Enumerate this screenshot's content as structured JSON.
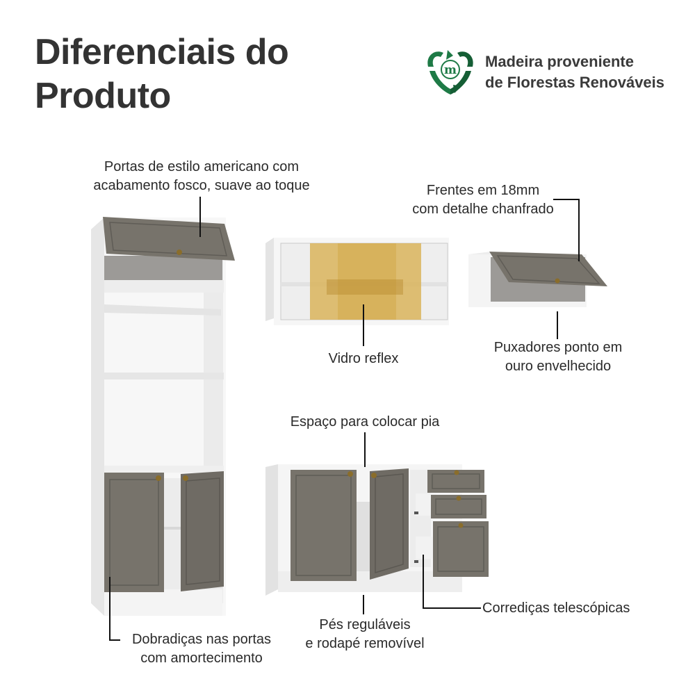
{
  "header": {
    "title_line1": "Diferenciais do",
    "title_line2": "Produto"
  },
  "badge": {
    "icon": "recycle-m-icon",
    "letter": "m",
    "line1": "Madeira proveniente",
    "line2": "de Florestas Renováveis",
    "color": "#1e7a46"
  },
  "colors": {
    "door_gray": "#77736b",
    "cabinet_white": "#f3f3f3",
    "glass_amber": "#d9b45c",
    "handle_gold": "#8a6d2b"
  },
  "callouts": [
    {
      "id": "doors",
      "line1": "Portas de estilo americano com",
      "line2": "acabamento fosco, suave ao toque"
    },
    {
      "id": "fronts",
      "line1": "Frentes em 18mm",
      "line2": "com detalhe chanfrado"
    },
    {
      "id": "glass",
      "line1": "Vidro reflex"
    },
    {
      "id": "handles",
      "line1": "Puxadores ponto em",
      "line2": "ouro envelhecido"
    },
    {
      "id": "sink",
      "line1": "Espaço para colocar pia"
    },
    {
      "id": "slides",
      "line1": "Corrediças telescópicas"
    },
    {
      "id": "feet",
      "line1": "Pés reguláveis",
      "line2": "e rodapé removível"
    },
    {
      "id": "hinges",
      "line1": "Dobradiças nas portas",
      "line2": "com amortecimento"
    }
  ]
}
